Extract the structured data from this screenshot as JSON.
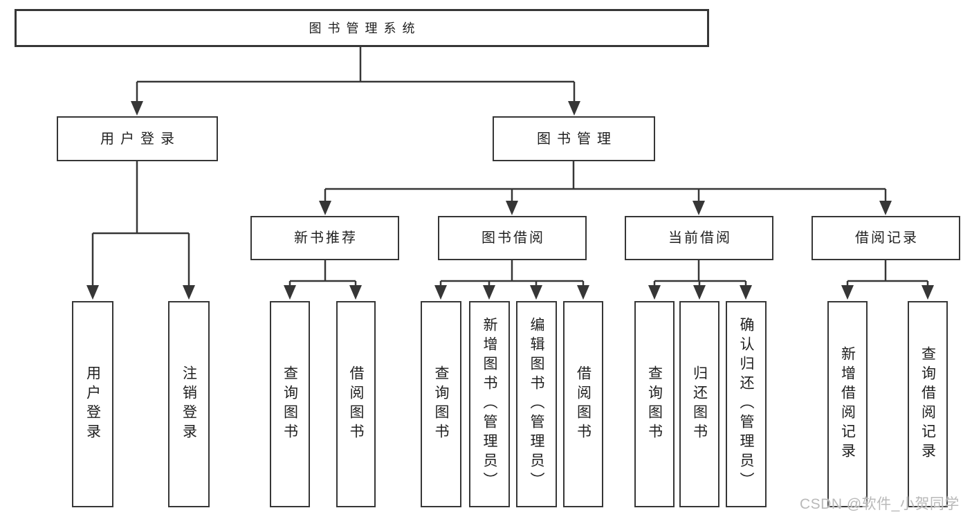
{
  "diagram": {
    "root": {
      "label": "图书管理系统"
    },
    "level2": [
      {
        "label": "用户登录",
        "children": [
          {
            "label": "用户登录"
          },
          {
            "label": "注销登录"
          }
        ]
      },
      {
        "label": "图书管理"
      }
    ],
    "level3": [
      {
        "label": "新书推荐",
        "children": [
          {
            "label": "查询图书"
          },
          {
            "label": "借阅图书"
          }
        ]
      },
      {
        "label": "图书借阅",
        "children": [
          {
            "label": "查询图书"
          },
          {
            "label": "新增图书（管理员）"
          },
          {
            "label": "编辑图书（管理员）"
          },
          {
            "label": "借阅图书"
          }
        ]
      },
      {
        "label": "当前借阅",
        "children": [
          {
            "label": "查询图书"
          },
          {
            "label": "归还图书"
          },
          {
            "label": "确认归还（管理员）"
          }
        ]
      },
      {
        "label": "借阅记录",
        "children": [
          {
            "label": "新增借阅记录"
          },
          {
            "label": "查询借阅记录"
          }
        ]
      }
    ]
  },
  "watermark": {
    "label": "CSDN @软件_小贺同学"
  },
  "colors": {
    "line": "#363636",
    "text": "#1f1f1f",
    "background": "#ffffff",
    "watermark": "#b9b9b9"
  }
}
